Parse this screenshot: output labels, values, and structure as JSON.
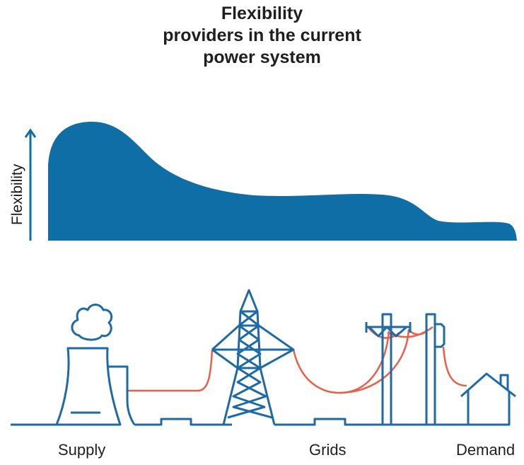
{
  "title": {
    "line1": "Flexibility",
    "line2": "providers in the current",
    "line3": "power system"
  },
  "axis_label": "Flexibility",
  "categories": {
    "supply": "Supply",
    "grids": "Grids",
    "demand": "Demand"
  },
  "colors": {
    "flexibility_fill": "#0f6ea6",
    "infrastructure_line": "#1d6aa5",
    "power_line": "#e8604a",
    "text": "#1f1f1f"
  },
  "icons": [
    "cooling-tower-icon",
    "steam-cloud-icon",
    "transmission-tower-icon",
    "utility-pole-icon",
    "house-icon",
    "power-line"
  ]
}
